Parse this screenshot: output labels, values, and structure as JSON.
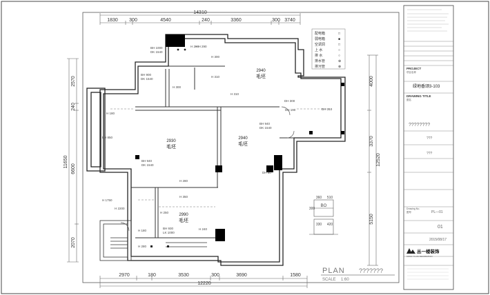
{
  "dims": {
    "top_total": "14310",
    "top": [
      "1830",
      "300",
      "4540",
      "240",
      "3360",
      "300",
      "3740"
    ],
    "bottom": [
      "2970",
      "180",
      "3530",
      "300",
      "3690",
      "1580"
    ],
    "bottom_total": "12220",
    "left": [
      "2570",
      "240",
      "6600",
      "2070"
    ],
    "left_total": "11650",
    "right": [
      "4000",
      "3370",
      "5150"
    ],
    "right_total": "12520"
  },
  "rooms": {
    "r1": {
      "h": "2940",
      "label": "毛坯"
    },
    "r2": {
      "h": "2930",
      "label": "毛坯"
    },
    "r3": {
      "h": "2940",
      "label": "毛坯"
    },
    "r4": {
      "h": "2990",
      "label": "毛坯"
    }
  },
  "notes": {
    "n1a": "BH 1000",
    "n1b": "DK 1540",
    "n2": "H 280",
    "n3": "—H 290",
    "n4": "H 300",
    "n5a": "BH 900",
    "n5b": "DK 1540",
    "n6": "H 300",
    "n7": "H 310",
    "n8": "H 310",
    "n9": "H 180",
    "n10": "BH 850",
    "n11a": "BH 940",
    "n11b": "DK 1540",
    "n12": "DH 300",
    "n13": "DH 190",
    "n14": "DH 310",
    "n15a": "BH 940",
    "n15b": "DK 1540",
    "n16": "DH 90",
    "n17": "H 280",
    "n18": "H 350",
    "n19": "H 1750",
    "n20": "H 2200",
    "n21": "H 250",
    "n22": "H 180",
    "n23": "H 280",
    "n24a": "BH 930",
    "n24b": "LK 1000",
    "n25": "H 240"
  },
  "legend": [
    {
      "symbol": "□",
      "text": "配电箱"
    },
    {
      "symbol": "■",
      "text": "弱电箱"
    },
    {
      "symbol": "□",
      "text": "空调洞"
    },
    {
      "symbol": "○",
      "text": "上 水"
    },
    {
      "symbol": "○",
      "text": "排 水"
    },
    {
      "symbol": "⊕",
      "text": "排水管"
    },
    {
      "symbol": "⊗",
      "text": "排污管"
    }
  ],
  "stair": {
    "tag": "BO",
    "d1": "360",
    "d2": "510",
    "d3": "300",
    "d4": "330",
    "d5": "420"
  },
  "plan": {
    "title": "PLAN",
    "title_cn": "???????",
    "scale_label": "SCALE",
    "scale_value": "1:60"
  },
  "title_block": {
    "project_label": "PROJECT",
    "project_cn": "项目名称",
    "project_name": "绿地香颂3-103",
    "drawing_title_label": "DRAWING TITLE",
    "drawing_title_cn": "图名",
    "drawing_title_value": "????????",
    "field1_value": "???",
    "field2_value": "???",
    "drawing_no_label": "Drawing No.",
    "drawing_no_cn": "图号",
    "drawing_no": "PL—01",
    "page_no": "01",
    "date": "2015/08/17",
    "company_name": "丛一楼装饰",
    "company_en": "CONG YI LOU DECORATION"
  }
}
